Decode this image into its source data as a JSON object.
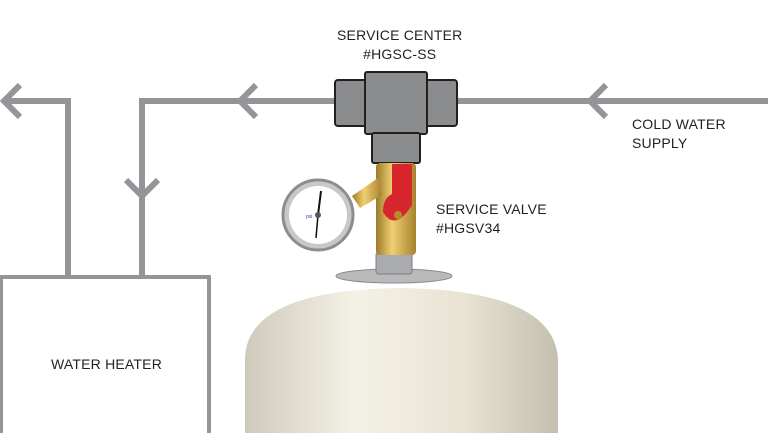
{
  "labels": {
    "service_center": [
      "SERVICE CENTER",
      "#HGSC-SS"
    ],
    "cold_water_supply": [
      "COLD WATER",
      "SUPPLY"
    ],
    "service_valve": [
      "SERVICE VALVE",
      "#HGSV34"
    ],
    "water_heater": "WATER HEATER"
  },
  "colors": {
    "pipe": "#939598",
    "fitting": "#8a8c8e",
    "brass": "#c9a24a",
    "valve_handle": "#d7262c",
    "tank": "#ece8da"
  }
}
